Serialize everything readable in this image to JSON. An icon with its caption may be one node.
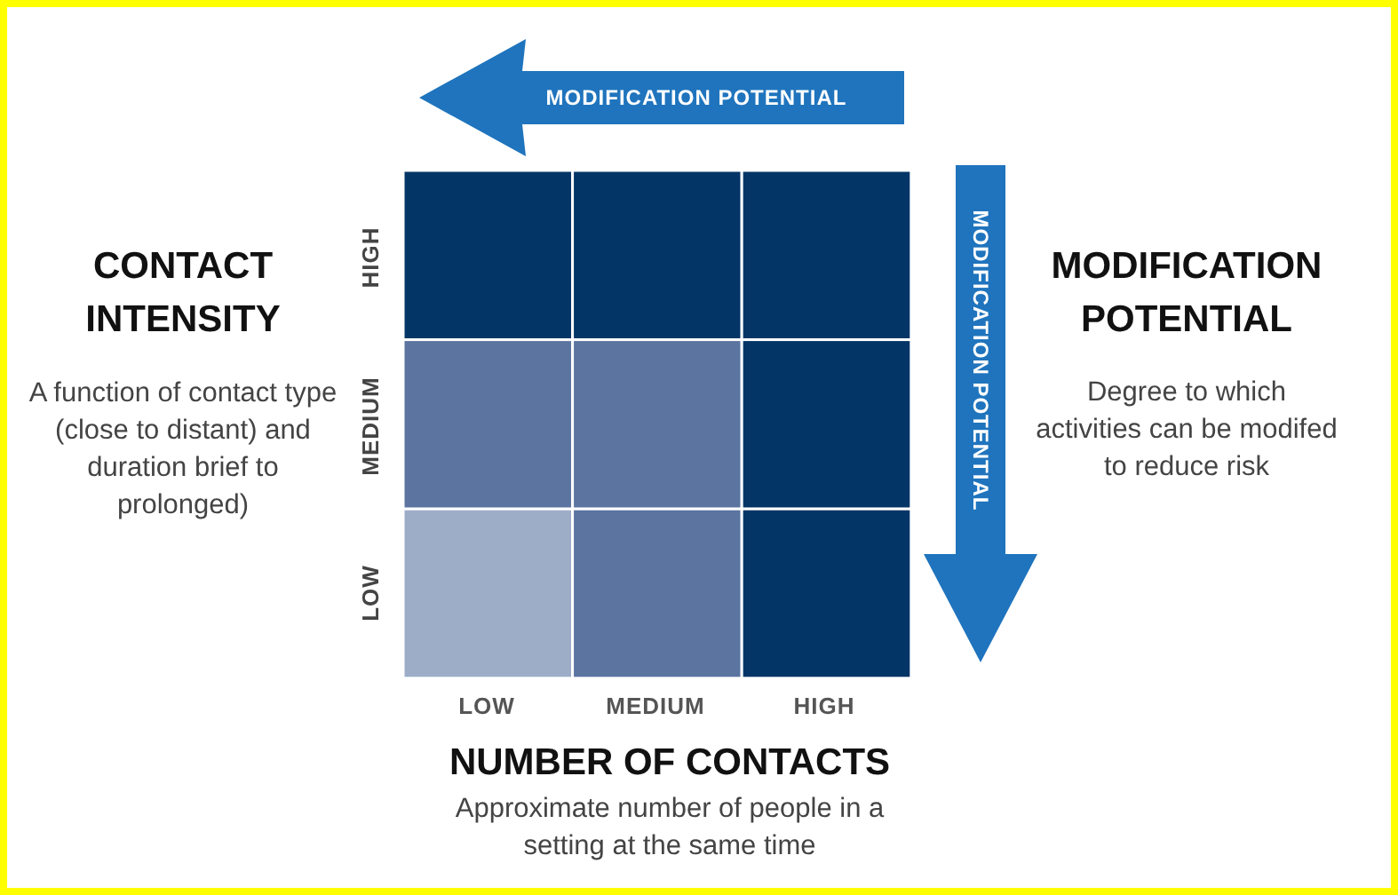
{
  "diagram": {
    "labels": [
      "MODIFICATION POTENTIAL",
      "CONTACT INTENSITY",
      "A function of contact type (close to distant) and duration brief to prolonged)",
      "HIGH",
      "MODIFICATION POTENTIAL",
      "MODIFICATION POTENTIAL",
      "Degree to which activities can be modifed to reduce risk",
      "MEDIUM",
      "LOW",
      "LOW",
      "MEDIUM",
      "HIGH",
      "NUMBER OF CONTACTS",
      "Approximate number of people in a setting at the same time"
    ]
  }
}
